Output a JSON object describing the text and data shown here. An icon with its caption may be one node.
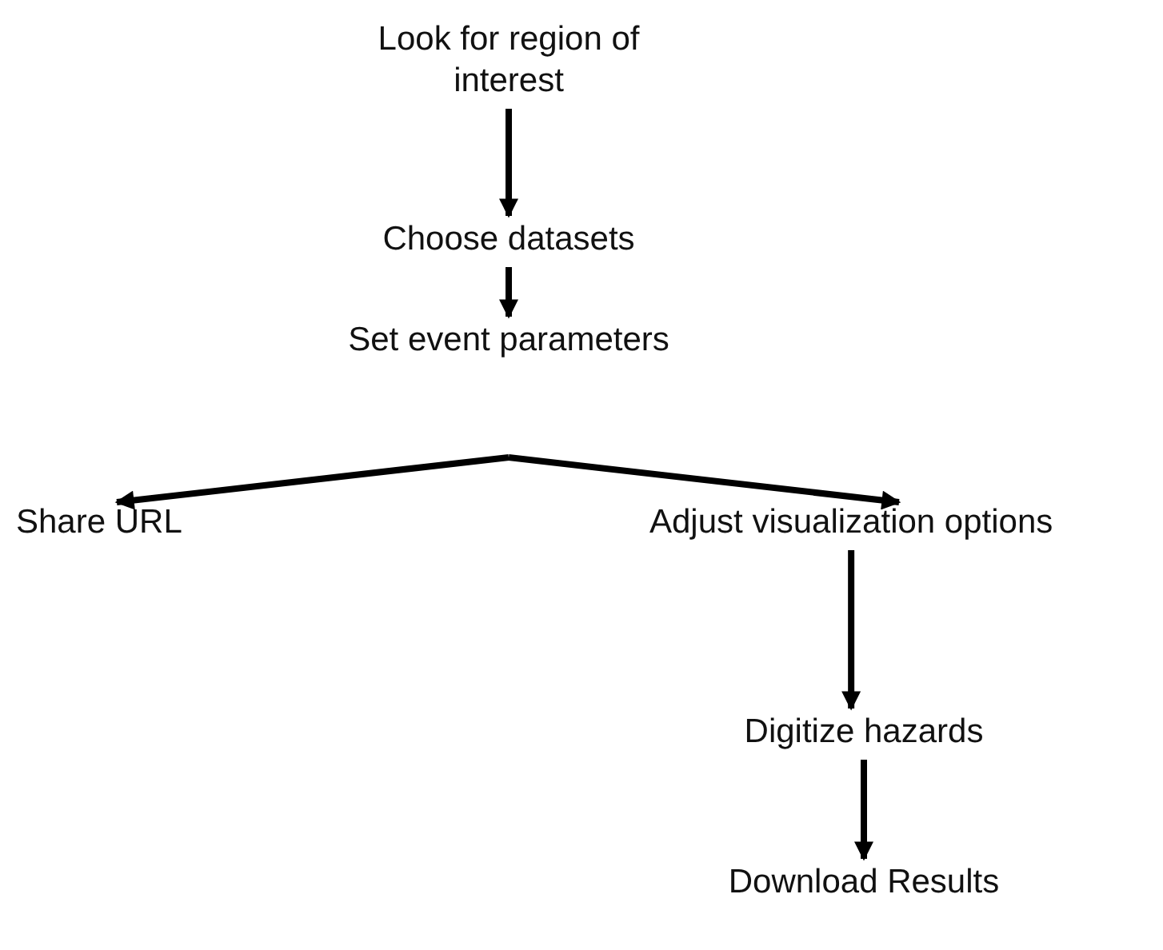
{
  "diagram": {
    "nodes": [
      {
        "text": [
          "Look for region of interest"
        ]
      },
      {
        "text": [
          "Choose datasets"
        ]
      },
      {
        "text": [
          "Set event parameters"
        ]
      },
      {
        "text": [
          "Share URL"
        ]
      },
      {
        "text": [
          "Adjust visualization options"
        ]
      },
      {
        "text": [
          "Digitize hazards"
        ]
      },
      {
        "text": [
          "Download Results"
        ]
      }
    ],
    "edges": [
      {
        "from": 0,
        "to": 1,
        "arrow": "to"
      },
      {
        "from": 1,
        "to": 2,
        "arrow": "to"
      },
      {
        "from": 2,
        "to": 3,
        "arrow": "to"
      },
      {
        "from": 2,
        "to": 4,
        "arrow": "to"
      },
      {
        "from": 4,
        "to": 5,
        "arrow": "to"
      },
      {
        "from": 5,
        "to": 6,
        "arrow": "to"
      }
    ]
  }
}
